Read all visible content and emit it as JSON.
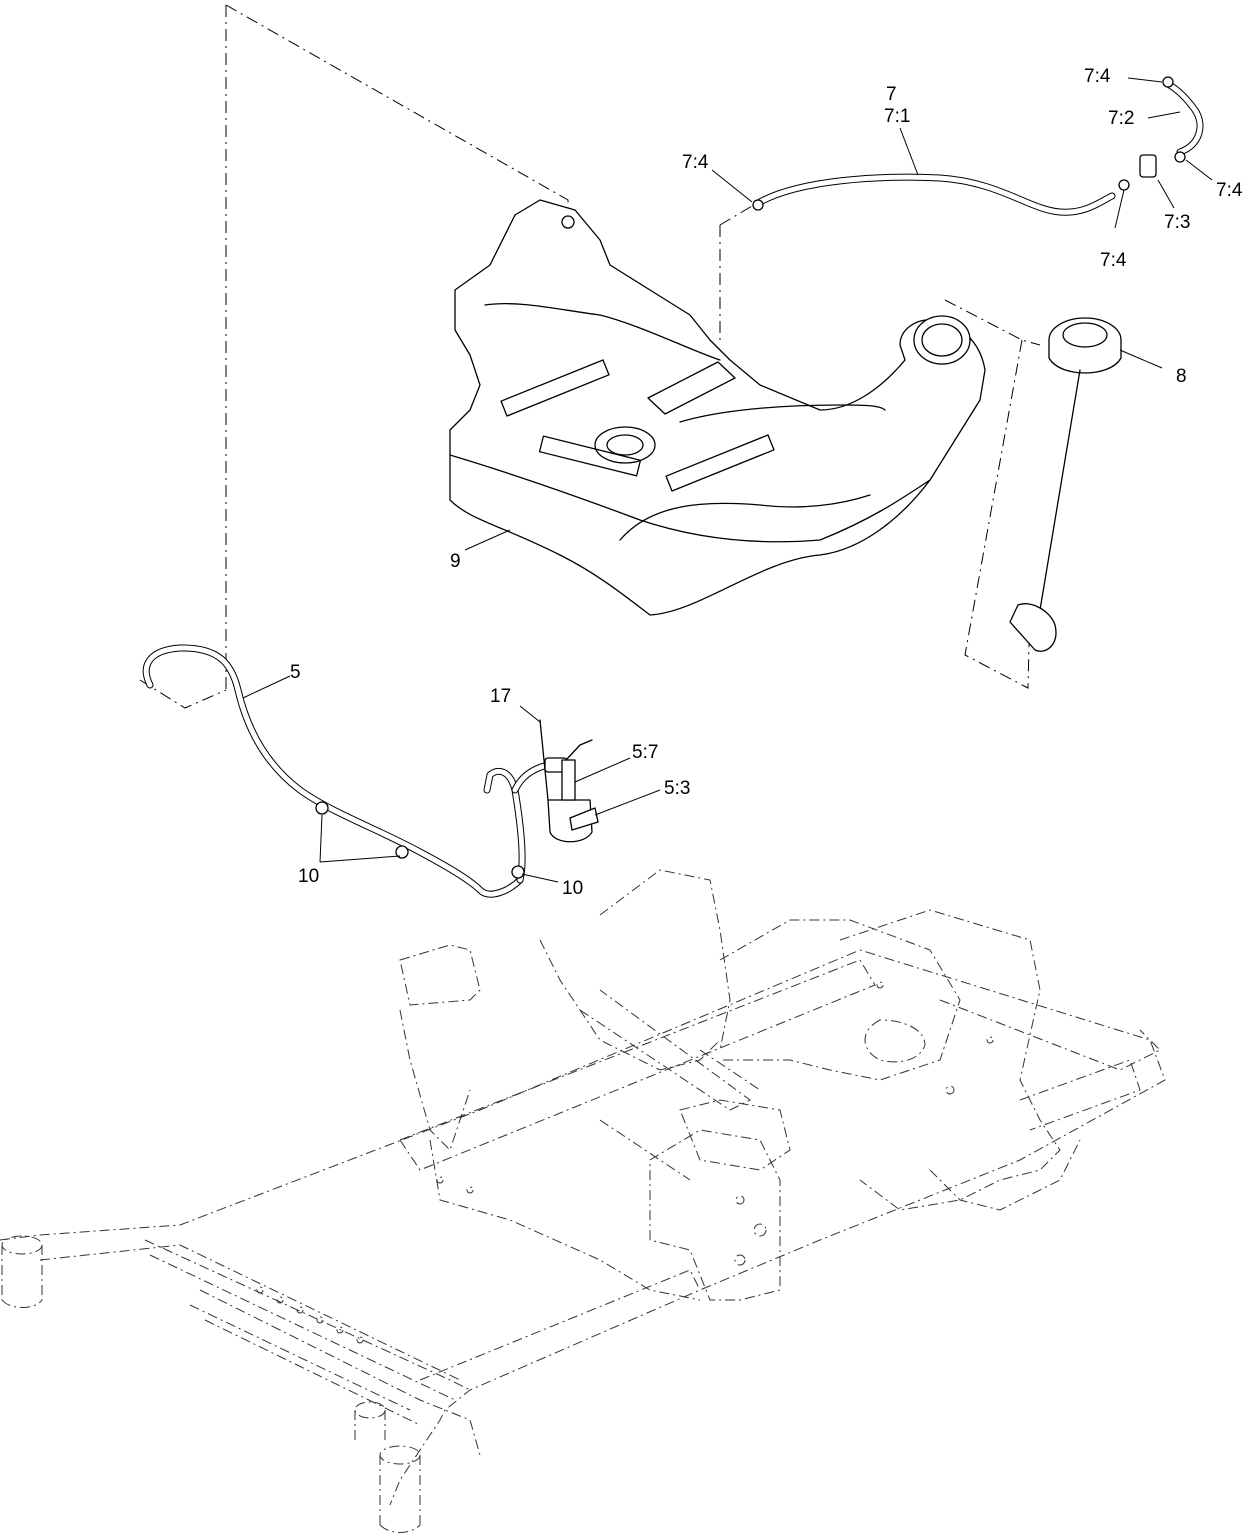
{
  "diagram": {
    "callouts": {
      "c7": "7",
      "c7_1": "7:1",
      "c7_4_top": "7:4",
      "c7_2": "7:2",
      "c7_4_left": "7:4",
      "c7_4_right": "7:4",
      "c7_3": "7:3",
      "c7_4_bottom": "7:4",
      "c8": "8",
      "c9": "9",
      "c5": "5",
      "c17": "17",
      "c5_7": "5:7",
      "c5_3": "5:3",
      "c10_left": "10",
      "c10_right": "10"
    },
    "colors": {
      "line": "#000000",
      "background": "#ffffff"
    }
  }
}
